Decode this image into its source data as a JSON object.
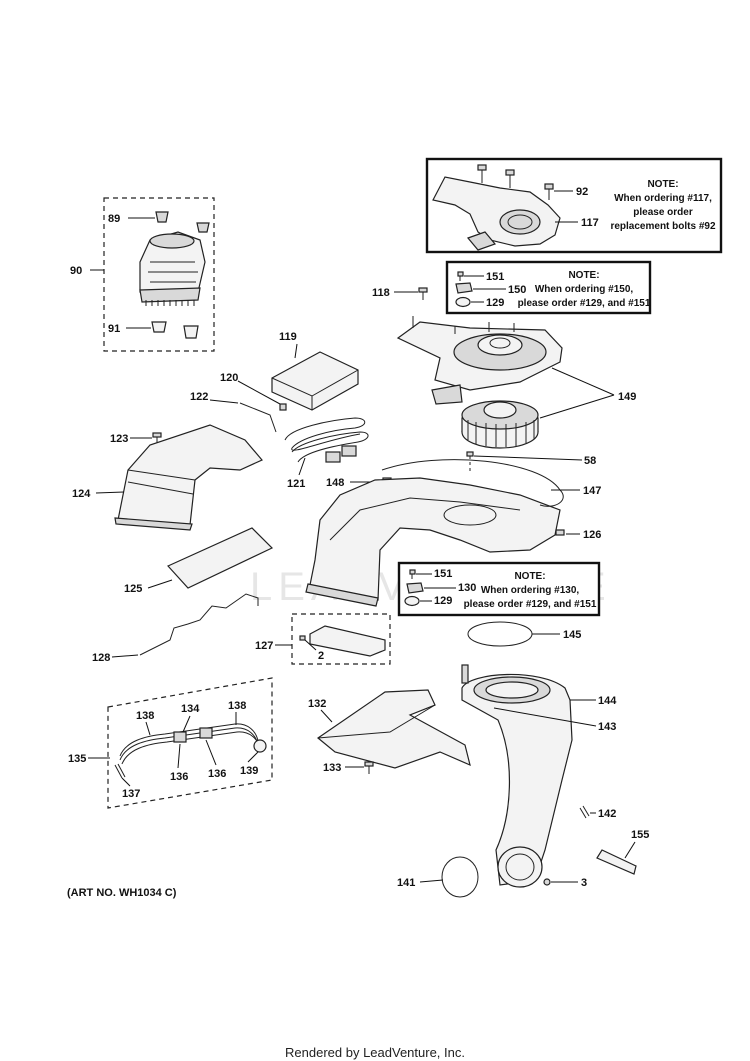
{
  "watermark": "LEADVENTURE",
  "art_number": "(ART NO. WH1034 C)",
  "footer": "Rendered by LeadVenture, Inc.",
  "notes": {
    "n117": {
      "title": "NOTE:",
      "line1": "When ordering #117,",
      "line2": "please order",
      "line3": "replacement bolts #92"
    },
    "n150": {
      "title": "NOTE:",
      "line1": "When ordering #150,",
      "line2": "please order #129, and #151"
    },
    "n130": {
      "title": "NOTE:",
      "line1": "When ordering #130,",
      "line2": "please order #129, and #151"
    }
  },
  "labels": {
    "l2": "2",
    "l3": "3",
    "l58": "58",
    "l89": "89",
    "l90": "90",
    "l91": "91",
    "l92": "92",
    "l117": "117",
    "l118": "118",
    "l119": "119",
    "l120": "120",
    "l121": "121",
    "l122": "122",
    "l123": "123",
    "l124": "124",
    "l125": "125",
    "l126": "126",
    "l127": "127",
    "l128": "128",
    "l129a": "129",
    "l129b": "129",
    "l130": "130",
    "l132": "132",
    "l133": "133",
    "l134": "134",
    "l135": "135",
    "l136a": "136",
    "l136b": "136",
    "l137": "137",
    "l138a": "138",
    "l138b": "138",
    "l139": "139",
    "l141": "141",
    "l142": "142",
    "l143": "143",
    "l144": "144",
    "l145": "145",
    "l147": "147",
    "l148": "148",
    "l149": "149",
    "l150": "150",
    "l151a": "151",
    "l151b": "151",
    "l155": "155"
  }
}
